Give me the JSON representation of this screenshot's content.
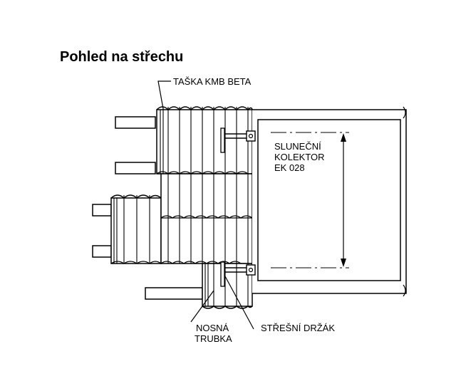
{
  "title": "Pohled na střechu",
  "labels": {
    "tile": "TAŠKA KMB BETA",
    "collector": [
      "SLUNEČNÍ",
      "KOLEKTOR",
      "EK 028"
    ],
    "tube": [
      "NOSNÁ",
      "TRUBKA"
    ],
    "holder": "STŘEŠNÍ DRŽÁK"
  },
  "colors": {
    "line": "#000000",
    "background": "#ffffff"
  }
}
